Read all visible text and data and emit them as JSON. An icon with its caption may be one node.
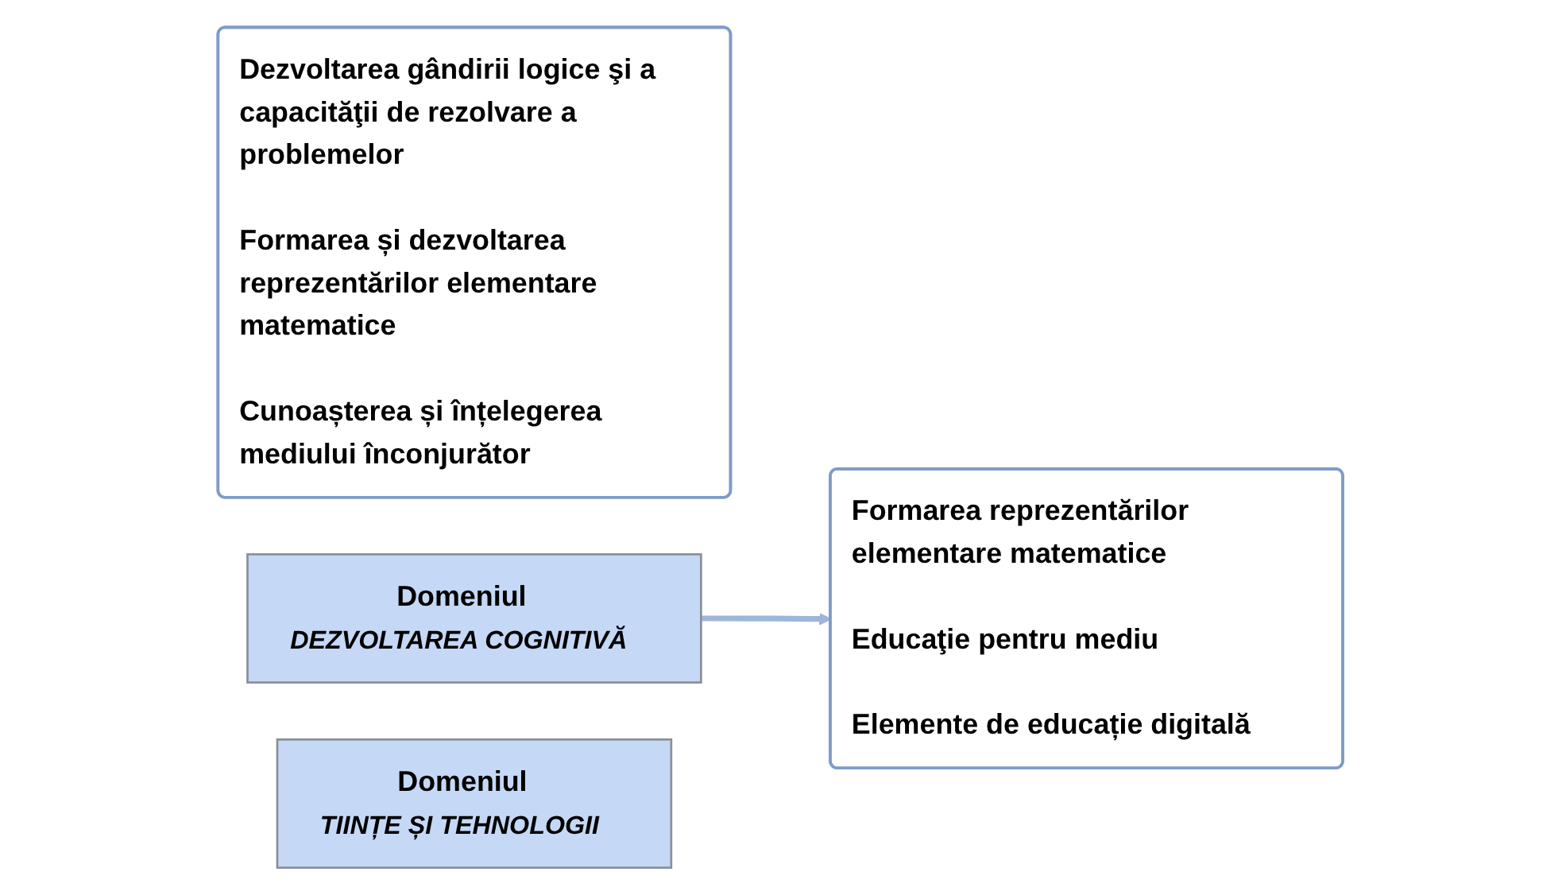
{
  "diagram": {
    "nodes": [
      {
        "text": [
          "Dezvoltarea gândirii logice şi a capacităţii de rezolvare a problemelor",
          "Formarea și dezvoltarea reprezentărilor elementare matematice",
          "Cunoașterea și înțelegerea mediului înconjurător"
        ]
      },
      {
        "text": [
          "Domeniul",
          "DEZVOLTAREA COGNITIVĂ"
        ]
      },
      {
        "text": [
          "Domeniul",
          "TIINȚE ȘI TEHNOLOGII"
        ]
      },
      {
        "text": [
          "Formarea reprezentărilor elementare matematice",
          "Educaţie pentru mediu",
          "Elemente de educație digitală"
        ]
      }
    ],
    "edges": [
      {
        "from": 1,
        "to": 3,
        "arrow": "to"
      }
    ]
  }
}
